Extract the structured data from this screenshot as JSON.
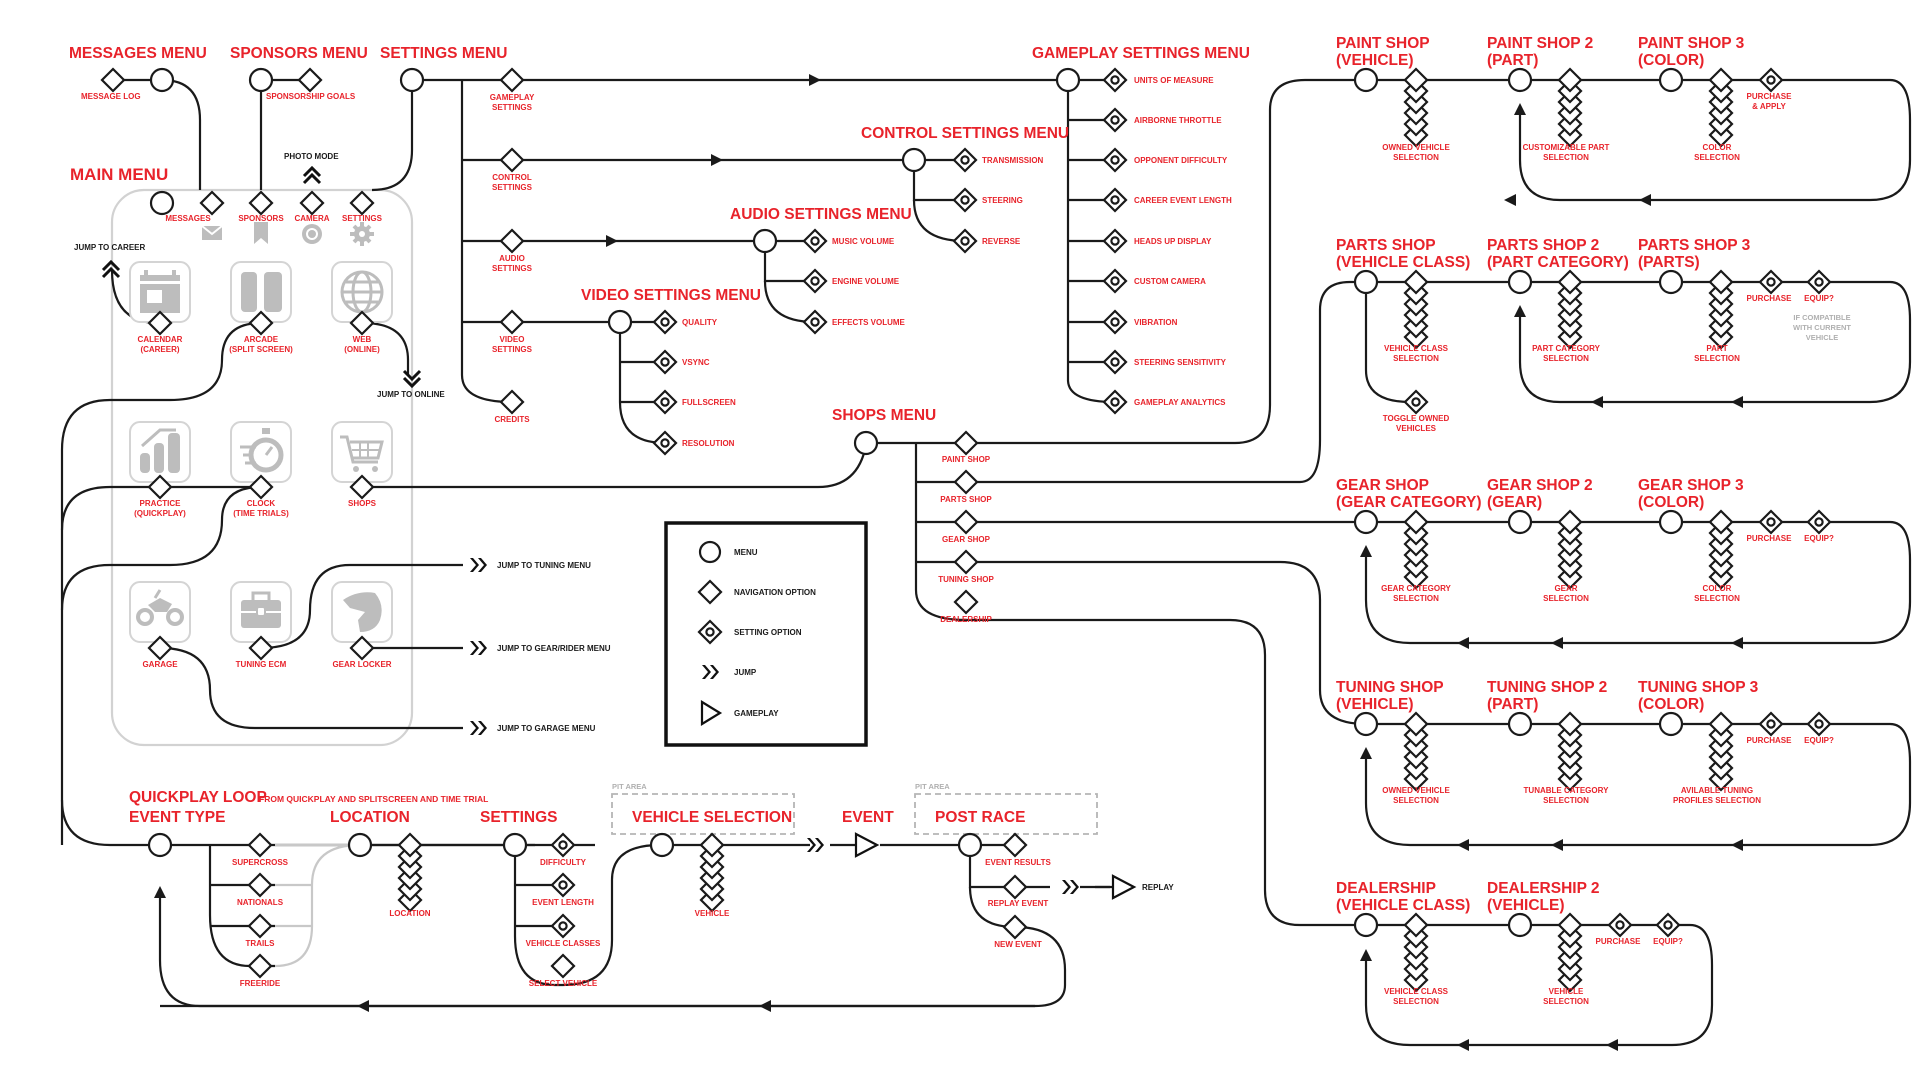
{
  "colors": {
    "accent": "#e8232b",
    "line": "#1a1a1a",
    "muted": "#b0b0b0"
  },
  "main_menu": {
    "title": "MAIN MENU",
    "top_options": [
      {
        "label": "MESSAGES",
        "icon": "envelope-icon"
      },
      {
        "label": "SPONSORS",
        "icon": "bookmark-icon"
      },
      {
        "label": "CAMERA",
        "icon": "camera-icon"
      },
      {
        "label": "SETTINGS",
        "icon": "gear-icon"
      }
    ],
    "tiles": [
      {
        "label1": "CALENDAR",
        "label2": "(CAREER)",
        "icon": "calendar-icon"
      },
      {
        "label1": "ARCADE",
        "label2": "(SPLIT SCREEN)",
        "icon": "arcade-icon"
      },
      {
        "label1": "WEB",
        "label2": "(ONLINE)",
        "icon": "globe-icon"
      },
      {
        "label1": "PRACTICE",
        "label2": "(QUICKPLAY)",
        "icon": "chart-icon"
      },
      {
        "label1": "CLOCK",
        "label2": "(TIME TRIALS)",
        "icon": "stopwatch-icon"
      },
      {
        "label1": "SHOPS",
        "label2": "",
        "icon": "cart-icon"
      },
      {
        "label1": "GARAGE",
        "label2": "",
        "icon": "dirtbike-icon"
      },
      {
        "label1": "TUNING ECM",
        "label2": "",
        "icon": "toolbox-icon"
      },
      {
        "label1": "GEAR LOCKER",
        "label2": "",
        "icon": "helmet-icon"
      }
    ],
    "photo_mode": "PHOTO MODE",
    "jumps": {
      "career": "JUMP TO CAREER",
      "online": "JUMP TO ONLINE",
      "tuning": "JUMP TO TUNING MENU",
      "gear": "JUMP TO GEAR/RIDER MENU",
      "garage": "JUMP TO GARAGE MENU"
    }
  },
  "messages_menu": {
    "title": "MESSAGES MENU",
    "option": "MESSAGE LOG"
  },
  "sponsors_menu": {
    "title": "SPONSORS MENU",
    "option": "SPONSORSHIP GOALS"
  },
  "settings_menu": {
    "title": "SETTINGS MENU",
    "options": [
      {
        "l1": "GAMEPLAY",
        "l2": "SETTINGS"
      },
      {
        "l1": "CONTROL",
        "l2": "SETTINGS"
      },
      {
        "l1": "AUDIO",
        "l2": "SETTINGS"
      },
      {
        "l1": "VIDEO",
        "l2": "SETTINGS"
      },
      {
        "l1": "CREDITS",
        "l2": ""
      }
    ]
  },
  "gameplay_settings": {
    "title": "GAMEPLAY SETTINGS MENU",
    "options": [
      "UNITS OF MEASURE",
      "AIRBORNE THROTTLE",
      "OPPONENT DIFFICULTY",
      "CAREER EVENT LENGTH",
      "HEADS UP DISPLAY",
      "CUSTOM CAMERA",
      "VIBRATION",
      "STEERING SENSITIVITY",
      "GAMEPLAY ANALYTICS"
    ]
  },
  "control_settings": {
    "title": "CONTROL SETTINGS MENU",
    "options": [
      "TRANSMISSION",
      "STEERING",
      "REVERSE"
    ]
  },
  "audio_settings": {
    "title": "AUDIO SETTINGS MENU",
    "options": [
      "MUSIC VOLUME",
      "ENGINE VOLUME",
      "EFFECTS VOLUME"
    ]
  },
  "video_settings": {
    "title": "VIDEO SETTINGS MENU",
    "options": [
      "QUALITY",
      "VSYNC",
      "FULLSCREEN",
      "RESOLUTION"
    ]
  },
  "shops_menu": {
    "title": "SHOPS MENU",
    "options": [
      "PAINT SHOP",
      "PARTS SHOP",
      "GEAR SHOP",
      "TUNING SHOP",
      "DEALERSHIP"
    ]
  },
  "shops": {
    "paint": {
      "menus": [
        [
          "PAINT SHOP",
          "(VEHICLE)"
        ],
        [
          "PAINT SHOP 2",
          "(PART)"
        ],
        [
          "PAINT SHOP 3",
          "(COLOR)"
        ]
      ],
      "lists": [
        [
          "OWNED VEHICLE",
          "SELECTION"
        ],
        [
          "CUSTOMIZABLE PART",
          "SELECTION"
        ],
        [
          "COLOR",
          "SELECTION"
        ]
      ],
      "actions": [
        [
          "PURCHASE",
          "& APPLY"
        ]
      ]
    },
    "parts": {
      "menus": [
        [
          "PARTS SHOP",
          "(VEHICLE CLASS)"
        ],
        [
          "PARTS SHOP 2",
          "(PART CATEGORY)"
        ],
        [
          "PARTS SHOP 3",
          "(PARTS)"
        ]
      ],
      "lists": [
        [
          "VEHICLE CLASS",
          "SELECTION"
        ],
        [
          "PART CATEGORY",
          "SELECTION"
        ],
        [
          "PART",
          "SELECTION"
        ]
      ],
      "actions": [
        [
          "PURCHASE",
          ""
        ],
        [
          "EQUIP?",
          ""
        ]
      ],
      "toggle": [
        "TOGGLE OWNED",
        "VEHICLES"
      ],
      "note": [
        "IF COMPATIBLE",
        "WITH CURRENT",
        "VEHICLE"
      ]
    },
    "gear": {
      "menus": [
        [
          "GEAR SHOP",
          "(GEAR CATEGORY)"
        ],
        [
          "GEAR SHOP 2",
          "(GEAR)"
        ],
        [
          "GEAR SHOP 3",
          "(COLOR)"
        ]
      ],
      "lists": [
        [
          "GEAR CATEGORY",
          "SELECTION"
        ],
        [
          "GEAR",
          "SELECTION"
        ],
        [
          "COLOR",
          "SELECTION"
        ]
      ],
      "actions": [
        [
          "PURCHASE",
          ""
        ],
        [
          "EQUIP?",
          ""
        ]
      ]
    },
    "tuning": {
      "menus": [
        [
          "TUNING SHOP",
          "(VEHICLE)"
        ],
        [
          "TUNING SHOP 2",
          "(PART)"
        ],
        [
          "TUNING SHOP 3",
          "(COLOR)"
        ]
      ],
      "lists": [
        [
          "OWNED VEHICLE",
          "SELECTION"
        ],
        [
          "TUNABLE CATEGORY",
          "SELECTION"
        ],
        [
          "AVILABLE TUNING",
          "PROFILES SELECTION"
        ]
      ],
      "actions": [
        [
          "PURCHASE",
          ""
        ],
        [
          "EQUIP?",
          ""
        ]
      ]
    },
    "dealership": {
      "menus": [
        [
          "DEALERSHIP",
          "(VEHICLE CLASS)"
        ],
        [
          "DEALERSHIP 2",
          "(VEHICLE)"
        ]
      ],
      "lists": [
        [
          "VEHICLE CLASS",
          "SELECTION"
        ],
        [
          "VEHICLE",
          "SELECTION"
        ]
      ],
      "actions": [
        [
          "PURCHASE",
          ""
        ],
        [
          "EQUIP?",
          ""
        ]
      ]
    }
  },
  "legend": {
    "items": [
      "MENU",
      "NAVIGATION OPTION",
      "SETTING OPTION",
      "JUMP",
      "GAMEPLAY"
    ]
  },
  "quickplay": {
    "title": "QUICKPLAY LOOP",
    "subtitle": "FROM QUICKPLAY AND SPLITSCREEN AND TIME TRIAL",
    "event_type": {
      "title": "EVENT TYPE",
      "options": [
        "SUPERCROSS",
        "NATIONALS",
        "TRAILS",
        "FREERIDE"
      ]
    },
    "location": {
      "title": "LOCATION",
      "list": "LOCATION"
    },
    "settings": {
      "title": "SETTINGS",
      "options": [
        "DIFFICULTY",
        "EVENT LENGTH",
        "VEHICLE CLASSES",
        "SELECT VEHICLE"
      ]
    },
    "vehicle_selection": {
      "area": "PIT AREA",
      "title": "VEHICLE SELECTION",
      "list": "VEHICLE"
    },
    "event": {
      "title": "EVENT"
    },
    "post_race": {
      "area": "PIT AREA",
      "title": "POST RACE",
      "options": [
        "EVENT RESULTS",
        "REPLAY EVENT",
        "NEW EVENT"
      ],
      "replay": "REPLAY"
    }
  }
}
